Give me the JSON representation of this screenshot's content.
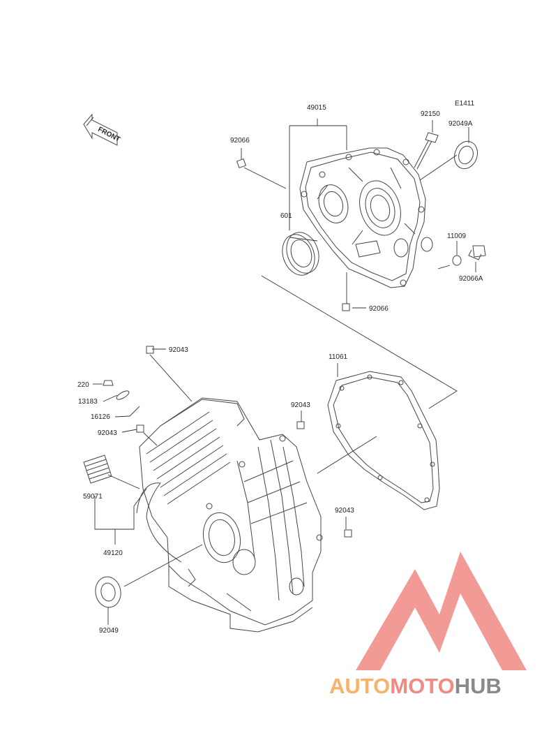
{
  "diagram_code": "E1411",
  "front_arrow_label": "FRONT",
  "labels": {
    "p49015": "49015",
    "p92150": "92150",
    "p92049A": "92049A",
    "p92066_top": "92066",
    "p601": "601",
    "p11009": "11009",
    "p92066A": "92066A",
    "p92066_bottom": "92066",
    "p92043_top": "92043",
    "p11061": "11061",
    "p220": "220",
    "p13183": "13183",
    "p16126": "16126",
    "p92043_left": "92043",
    "p92043_mid": "92043",
    "p59071": "59071",
    "p49120": "49120",
    "p92043_right": "92043",
    "p92049": "92049"
  },
  "watermark": {
    "part1": "AUTO",
    "part2": "MOTO",
    "part3": "HUB",
    "color_orange": "#f6b36b",
    "color_red": "#f08a84",
    "color_gray": "#8a8a8a"
  }
}
